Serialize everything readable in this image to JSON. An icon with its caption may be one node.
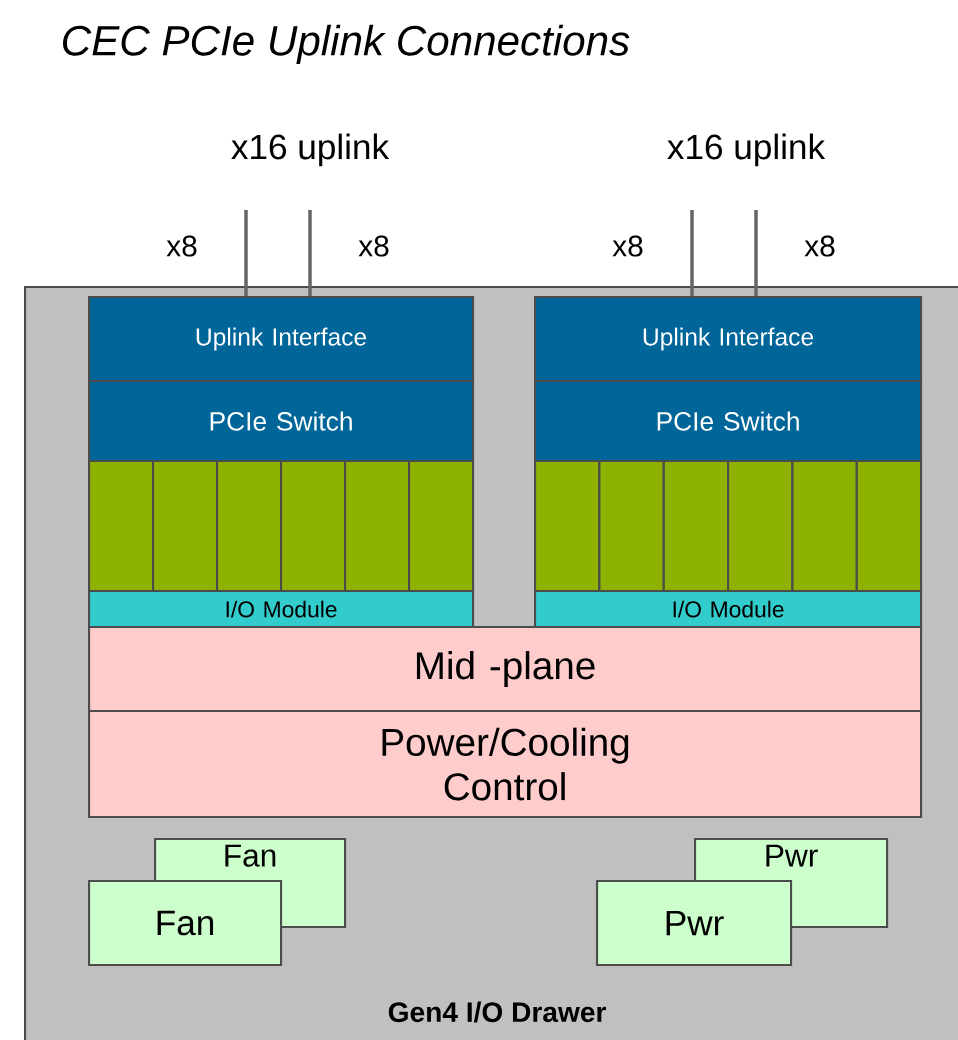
{
  "diagram": {
    "title": "CEC PCIe Uplink Connections",
    "nodes": [
      {
        "text": [
          "Gen4 I/O Drawer"
        ]
      },
      {
        "text": [
          "Uplink Interface"
        ],
        "in": 0
      },
      {
        "text": [
          "PCIe Switch"
        ],
        "in": 0
      },
      {
        "text": [],
        "shape": "box",
        "in": 0
      },
      {
        "text": [],
        "shape": "box",
        "in": 0
      },
      {
        "text": [],
        "shape": "box",
        "in": 0
      },
      {
        "text": [],
        "shape": "box",
        "in": 0
      },
      {
        "text": [],
        "shape": "box",
        "in": 0
      },
      {
        "text": [],
        "shape": "box",
        "in": 0
      },
      {
        "text": [
          "I/O Module"
        ],
        "in": 0
      },
      {
        "text": [
          "Uplink Interface"
        ],
        "in": 0
      },
      {
        "text": [
          "PCIe Switch"
        ],
        "in": 0
      },
      {
        "text": [],
        "shape": "box",
        "in": 0
      },
      {
        "text": [],
        "shape": "box",
        "in": 0
      },
      {
        "text": [],
        "shape": "box",
        "in": 0
      },
      {
        "text": [],
        "shape": "box",
        "in": 0
      },
      {
        "text": [],
        "shape": "box",
        "in": 0
      },
      {
        "text": [],
        "shape": "box",
        "in": 0
      },
      {
        "text": [
          "I/O Module"
        ],
        "in": 0
      },
      {
        "text": [
          "Mid -plane"
        ],
        "in": 0
      },
      {
        "text": [
          "Power/Cooling Control"
        ],
        "in": 0
      },
      {
        "text": [
          "Fan"
        ],
        "in": 0
      },
      {
        "text": [
          "Fan"
        ],
        "in": 0
      },
      {
        "text": [
          "Pwr"
        ],
        "in": 0
      },
      {
        "text": [
          "Pwr"
        ],
        "in": 0
      }
    ],
    "edges": [
      {
        "from": null,
        "to": 1,
        "arrow": "none",
        "label": "x8"
      },
      {
        "from": null,
        "to": 1,
        "arrow": "none",
        "label": "x8"
      },
      {
        "from": null,
        "to": 10,
        "arrow": "none",
        "label": "x8"
      },
      {
        "from": null,
        "to": 10,
        "arrow": "none",
        "label": "x8"
      }
    ],
    "labels": [
      "x16 uplink",
      "x16 uplink"
    ]
  }
}
